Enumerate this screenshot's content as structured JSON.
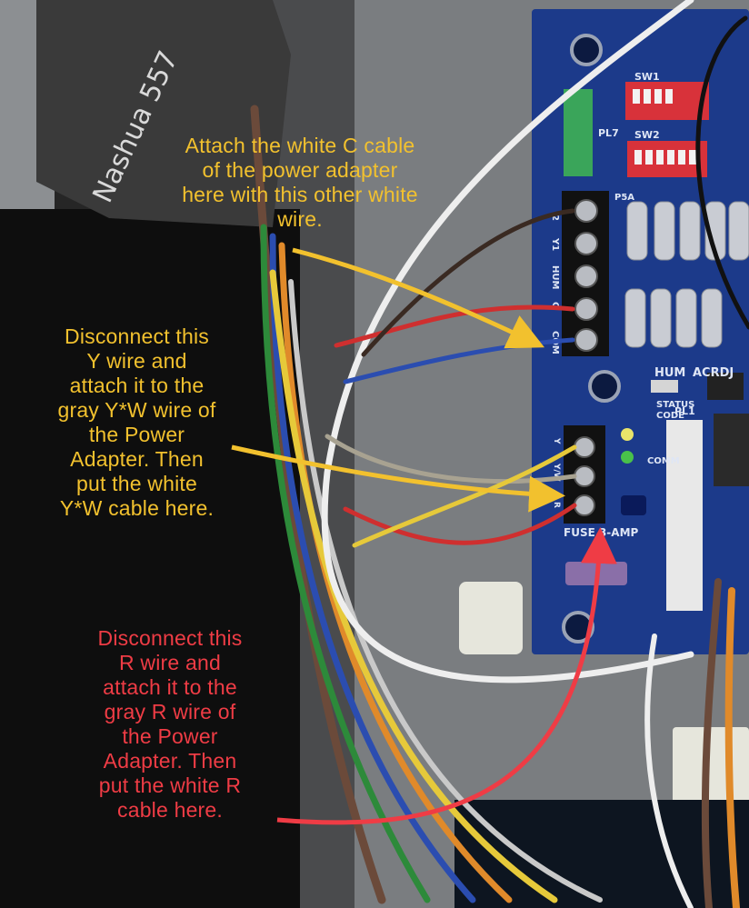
{
  "annotations": [
    {
      "id": "c",
      "text": "Attach the white C cable\nof the power adapter\nhere with this other white\nwire.",
      "color": "#f2c12e"
    },
    {
      "id": "y",
      "text": "Disconnect this\nY wire and\nattach it to the\ngray Y*W wire of\nthe Power\nAdapter. Then\nput the white\nY*W cable here.",
      "color": "#f2c12e"
    },
    {
      "id": "r",
      "text": "Disconnect this\nR wire and\nattach it to the\ngray R wire of\nthe Power\nAdapter. Then\nput the white R\ncable here.",
      "color": "#ef3c45"
    }
  ],
  "board_labels": {
    "sw1": "SW1",
    "sw2": "SW2",
    "pl7": "PL7",
    "p5a": "P5A",
    "hum": "HUM",
    "acrdj": "ACRDJ",
    "status": "STATUS",
    "code": "CODE",
    "pl1": "PL1",
    "comm": "COMM",
    "fuse": "FUSE 3-AMP"
  },
  "terminal_labels": [
    "2",
    "Y1",
    "HUM",
    "G",
    "COM"
  ],
  "lower_terminal_labels": [
    "Y",
    "Y/W",
    "R"
  ],
  "tape_text": "Nashua 557",
  "colors": {
    "annotation_yellow": "#f2c12e",
    "annotation_red": "#ef3c45",
    "board_blue": "#1c3a8a"
  }
}
